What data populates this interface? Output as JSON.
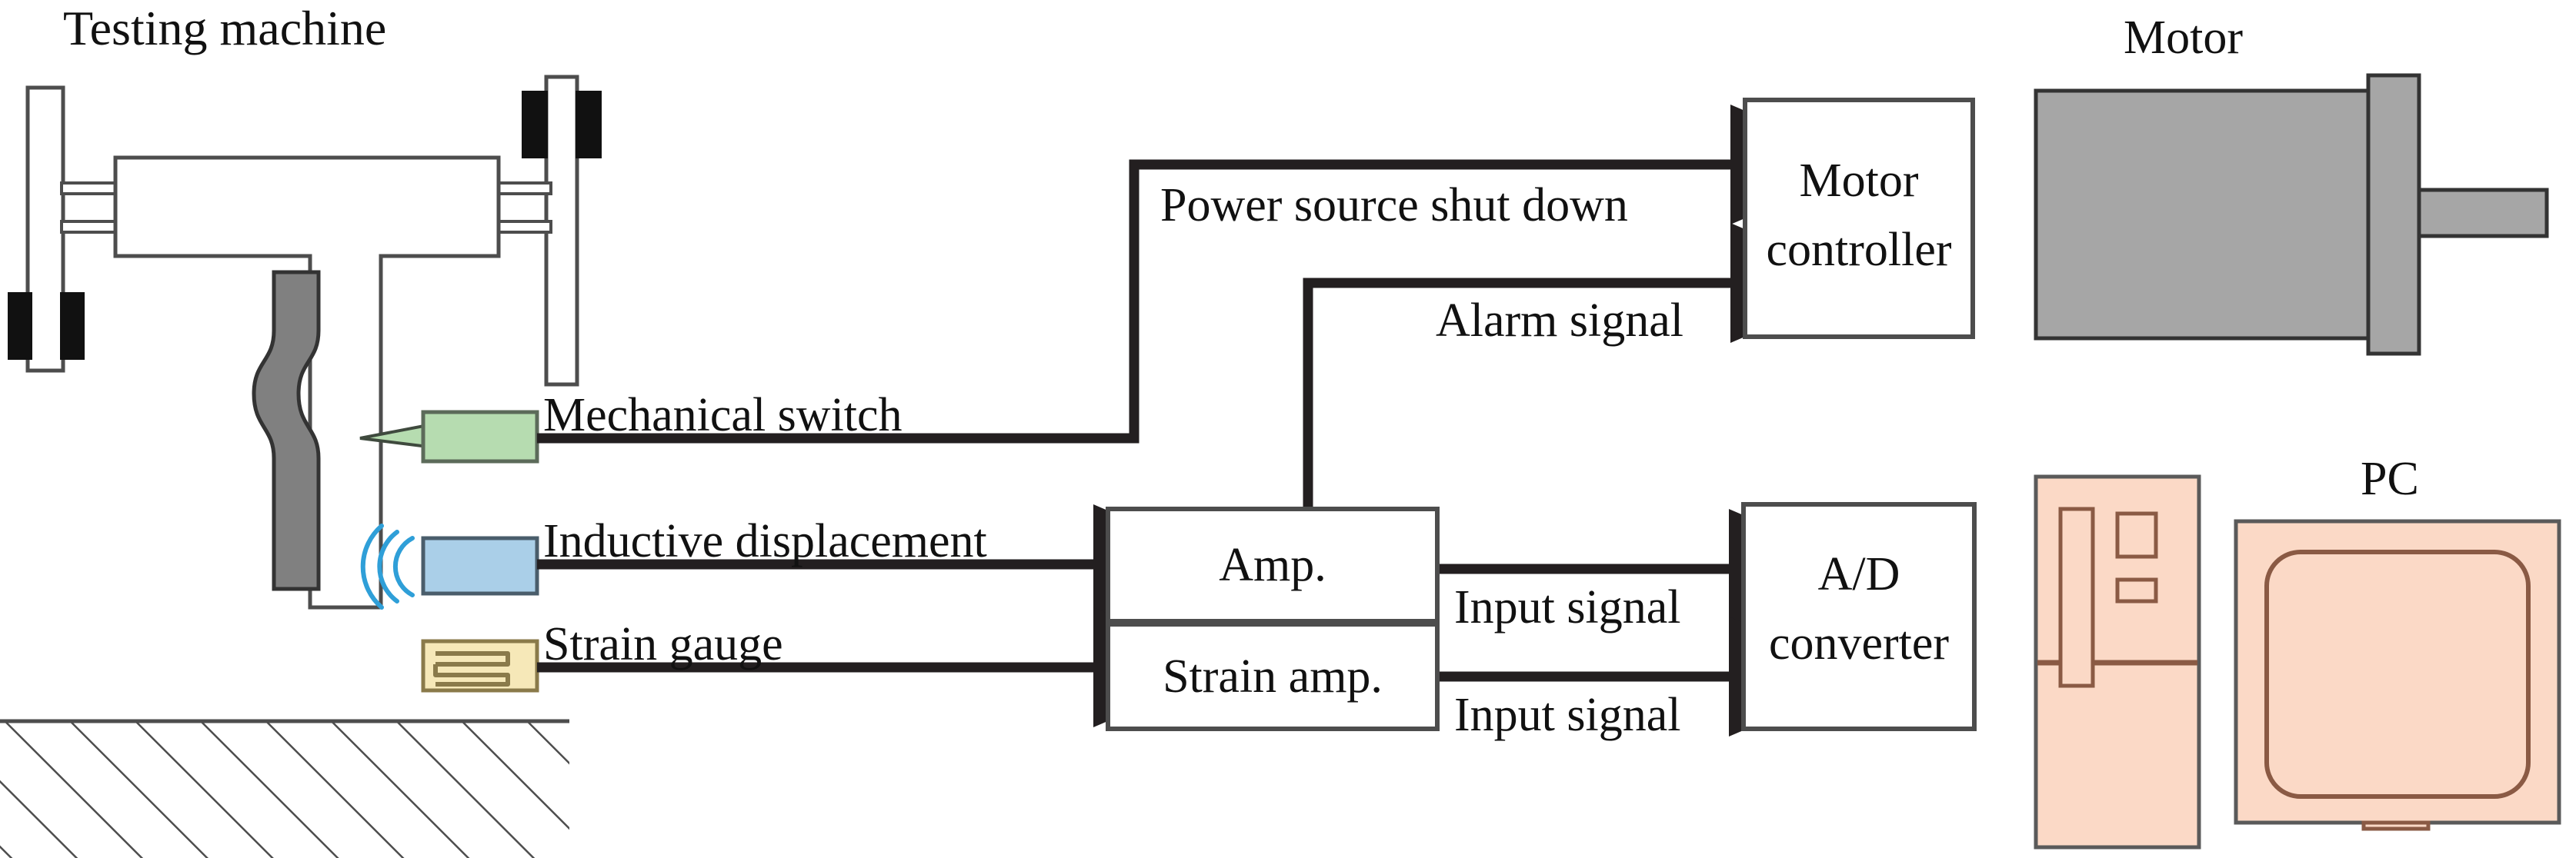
{
  "figure": {
    "title": "Experimental setup block diagram of testing machine with sensors, amplifiers, A/D converter and PC",
    "type": "block-diagram"
  },
  "labels": {
    "testing_machine": "Testing machine",
    "motor": "Motor",
    "pc": "PC"
  },
  "sensors": [
    {
      "id": "mechanical-switch",
      "label": "Mechanical switch",
      "color": "#b6dcb0",
      "border": "#5c6b5a",
      "icon": "lever-switch-icon"
    },
    {
      "id": "inductive-displacement",
      "label": "Inductive displacement",
      "color": "#aacfe8",
      "border": "#4a5d6b",
      "icon": "inductive-waves-icon"
    },
    {
      "id": "strain-gauge",
      "label": "Strain gauge",
      "color": "#f6e8b8",
      "border": "#8a7a4a",
      "icon": "strain-grid-icon"
    }
  ],
  "blocks": {
    "motor_controller": "Motor\ncontroller",
    "motor_controller_line1": "Motor",
    "motor_controller_line2": "controller",
    "amp": "Amp.",
    "strain_amp": "Strain amp.",
    "ad_converter_line1": "A/D",
    "ad_converter_line2": "converter"
  },
  "signals": {
    "power_shut_down": "Power source shut down",
    "alarm": "Alarm signal",
    "input_signal_top": "Input signal",
    "input_signal_bottom": "Input signal"
  },
  "colors": {
    "stroke": "#231f20",
    "machine_stroke": "#4d4d4d",
    "specimen_fill": "#808080",
    "motor_fill": "#a6a6a6",
    "pc_fill": "#fbd9c6",
    "pc_stroke": "#8a5a44",
    "wave_blue": "#2f9fd8",
    "hatch": "#4d4d4d"
  }
}
